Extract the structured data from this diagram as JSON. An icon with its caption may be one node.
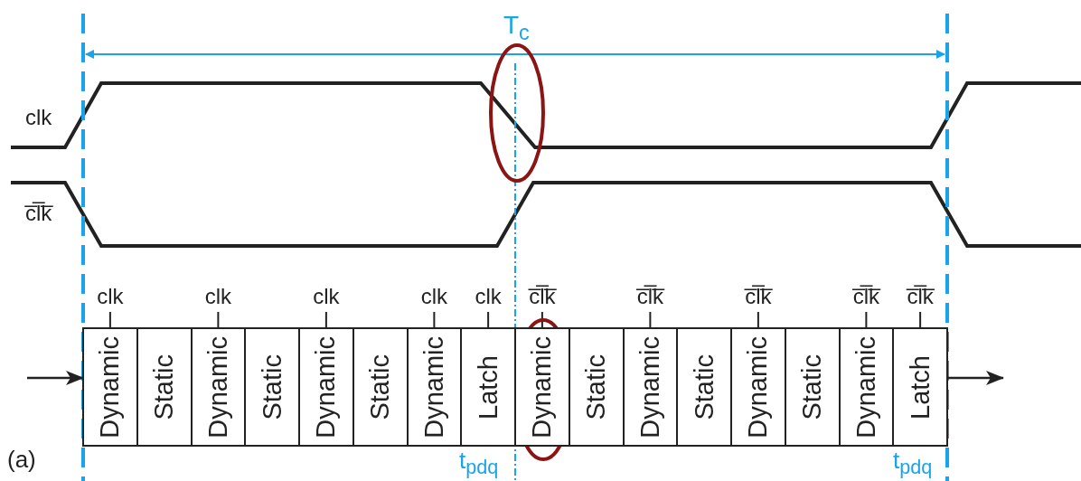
{
  "diagram": {
    "nodes": [
      {
        "text": [
          "Dynamic"
        ],
        "beside": [
          "clk"
        ]
      },
      {
        "text": [
          "Static"
        ]
      },
      {
        "text": [
          "Dynamic"
        ],
        "beside": [
          "clk"
        ]
      },
      {
        "text": [
          "Static"
        ]
      },
      {
        "text": [
          "Dynamic"
        ],
        "beside": [
          "clk"
        ]
      },
      {
        "text": [
          "Static"
        ]
      },
      {
        "text": [
          "Dynamic"
        ],
        "beside": [
          "clk"
        ]
      },
      {
        "text": [
          "Latch"
        ],
        "beside": [
          "clk"
        ]
      },
      {
        "text": [
          "Dynamic"
        ],
        "beside": [
          "c̅l̅k̅"
        ]
      },
      {
        "text": [
          "Static"
        ]
      },
      {
        "text": [
          "Dynamic"
        ],
        "beside": [
          "c̅l̅k̅"
        ]
      },
      {
        "text": [
          "Static"
        ]
      },
      {
        "text": [
          "Dynamic"
        ],
        "beside": [
          "c̅l̅k̅"
        ]
      },
      {
        "text": [
          "Static"
        ]
      },
      {
        "text": [
          "Dynamic"
        ],
        "beside": [
          "c̅l̅k̅"
        ]
      },
      {
        "text": [
          "Latch"
        ],
        "beside": [
          "c̅l̅k̅"
        ]
      }
    ],
    "edges": [
      {
        "from": null,
        "to": 0,
        "arrow": "to"
      },
      {
        "from": 15,
        "to": null,
        "arrow": "to"
      }
    ],
    "labels": [
      "T$_{c}$",
      "clk",
      "c̅l̅k̅",
      "(a)",
      "t$_{pdq}$",
      "t$_{pdq}$"
    ]
  }
}
